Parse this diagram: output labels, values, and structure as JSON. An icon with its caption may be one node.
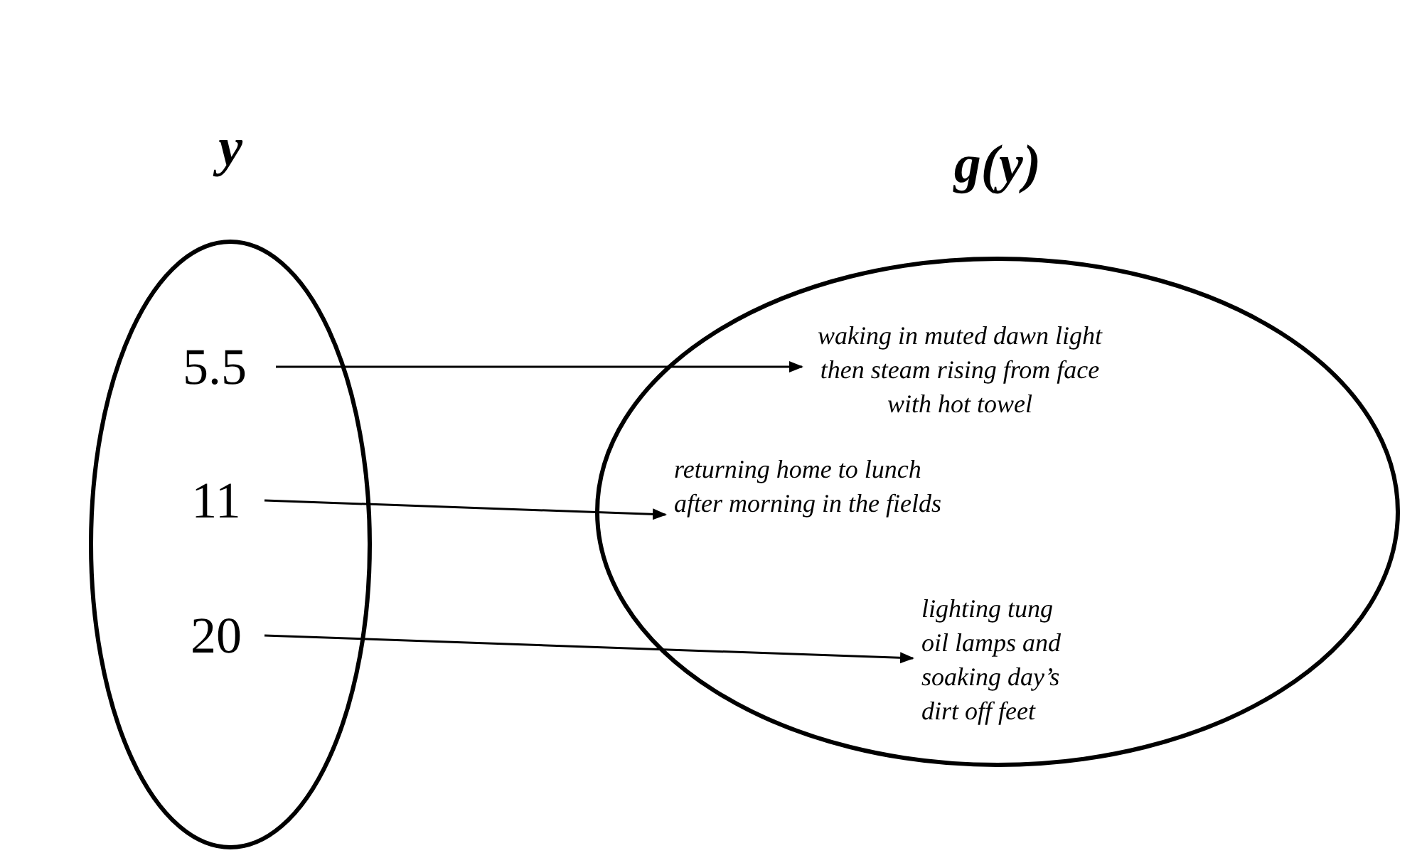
{
  "diagram": {
    "nodes": [
      {
        "text": [
          "y"
        ]
      },
      {
        "text": [
          "g(y)"
        ]
      },
      {
        "text": [
          "5.5"
        ],
        "in": 0
      },
      {
        "text": [
          "11"
        ],
        "in": 0
      },
      {
        "text": [
          "20"
        ],
        "in": 0
      },
      {
        "text": [
          "waking in muted dawn light then steam rising from face with hot towel"
        ],
        "in": 1
      },
      {
        "text": [
          "returning home to lunch after morning in the fields"
        ],
        "in": 1
      },
      {
        "text": [
          "lighting tung oil lamps and soaking day’s dirt off feet"
        ],
        "in": 1
      }
    ],
    "edges": [
      {
        "from": 2,
        "to": 5,
        "arrow": "to"
      },
      {
        "from": 3,
        "to": 6,
        "arrow": "to"
      },
      {
        "from": 4,
        "to": 7,
        "arrow": "to"
      }
    ]
  }
}
